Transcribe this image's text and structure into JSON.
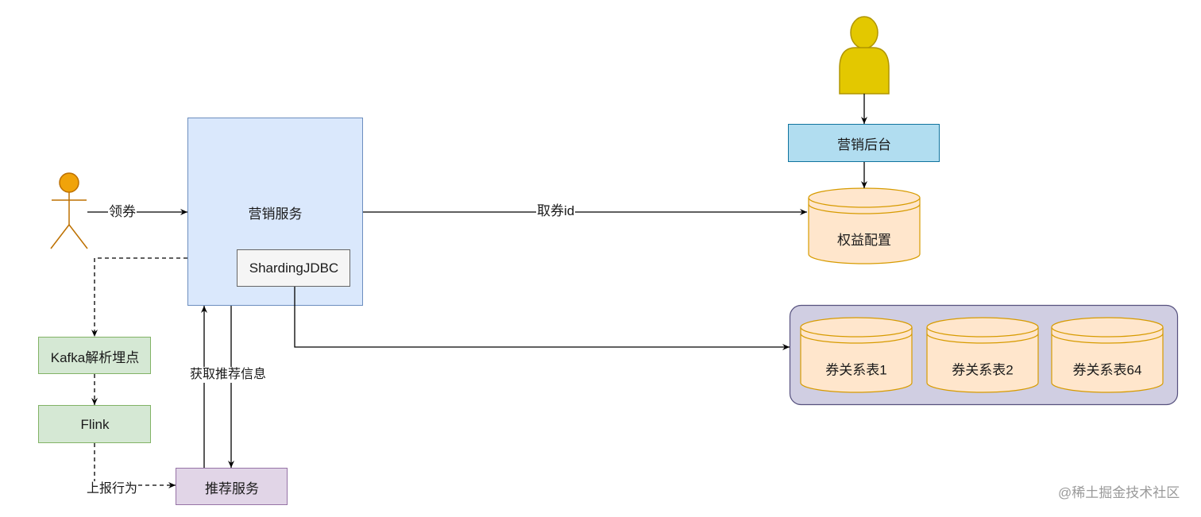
{
  "nodes": {
    "marketing_service": "营销服务",
    "sharding_jdbc": "ShardingJDBC",
    "marketing_backend": "营销后台",
    "benefit_config": "权益配置",
    "kafka": "Kafka解析埋点",
    "flink": "Flink",
    "recommend_service": "推荐服务",
    "coupon_tables": [
      "券关系表1",
      "券关系表2",
      "券关系表64"
    ]
  },
  "edges": {
    "claim_coupon": "领券",
    "fetch_coupon_id": "取券id",
    "get_recommend_info": "获取推荐信息",
    "report_behavior": "上报行为"
  },
  "watermark": "@稀土掘金技术社区",
  "colors": {
    "service_fill": "#dae8fc",
    "service_stroke": "#6c8ebf",
    "db_fill": "#ffe6cc",
    "db_stroke": "#d79b00",
    "green_fill": "#d5e8d4",
    "green_stroke": "#82b366",
    "purple_fill": "#e1d5e7",
    "purple_stroke": "#9673a6",
    "backend_fill": "#b1ddf0",
    "backend_stroke": "#10739e",
    "user_admin": "#e3c800",
    "user_actor": "#f0a30a",
    "db_group_fill": "#d0cee2",
    "db_group_stroke": "#56517e"
  }
}
